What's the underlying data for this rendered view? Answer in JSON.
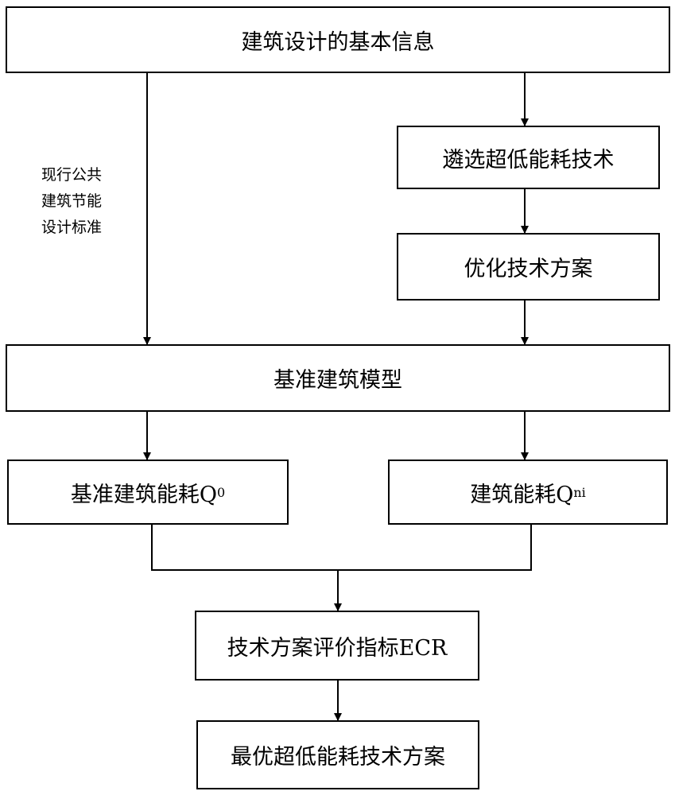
{
  "diagram": {
    "nodes": {
      "basic_info": "建筑设计的基本信息",
      "select_tech": "遴选超低能耗技术",
      "optimize": "优化技术方案",
      "baseline_model": "基准建筑模型",
      "baseline_energy": {
        "text": "基准建筑能耗Q",
        "sub": "0"
      },
      "building_energy": {
        "text": "建筑能耗Q",
        "sub": "ni"
      },
      "ecr": "技术方案评价指标ECR",
      "optimal": "最优超低能耗技术方案"
    },
    "edge_label": [
      "现行公共",
      "建筑节能",
      "设计标准"
    ],
    "colors": {
      "line": "#000000",
      "background": "#ffffff"
    }
  }
}
